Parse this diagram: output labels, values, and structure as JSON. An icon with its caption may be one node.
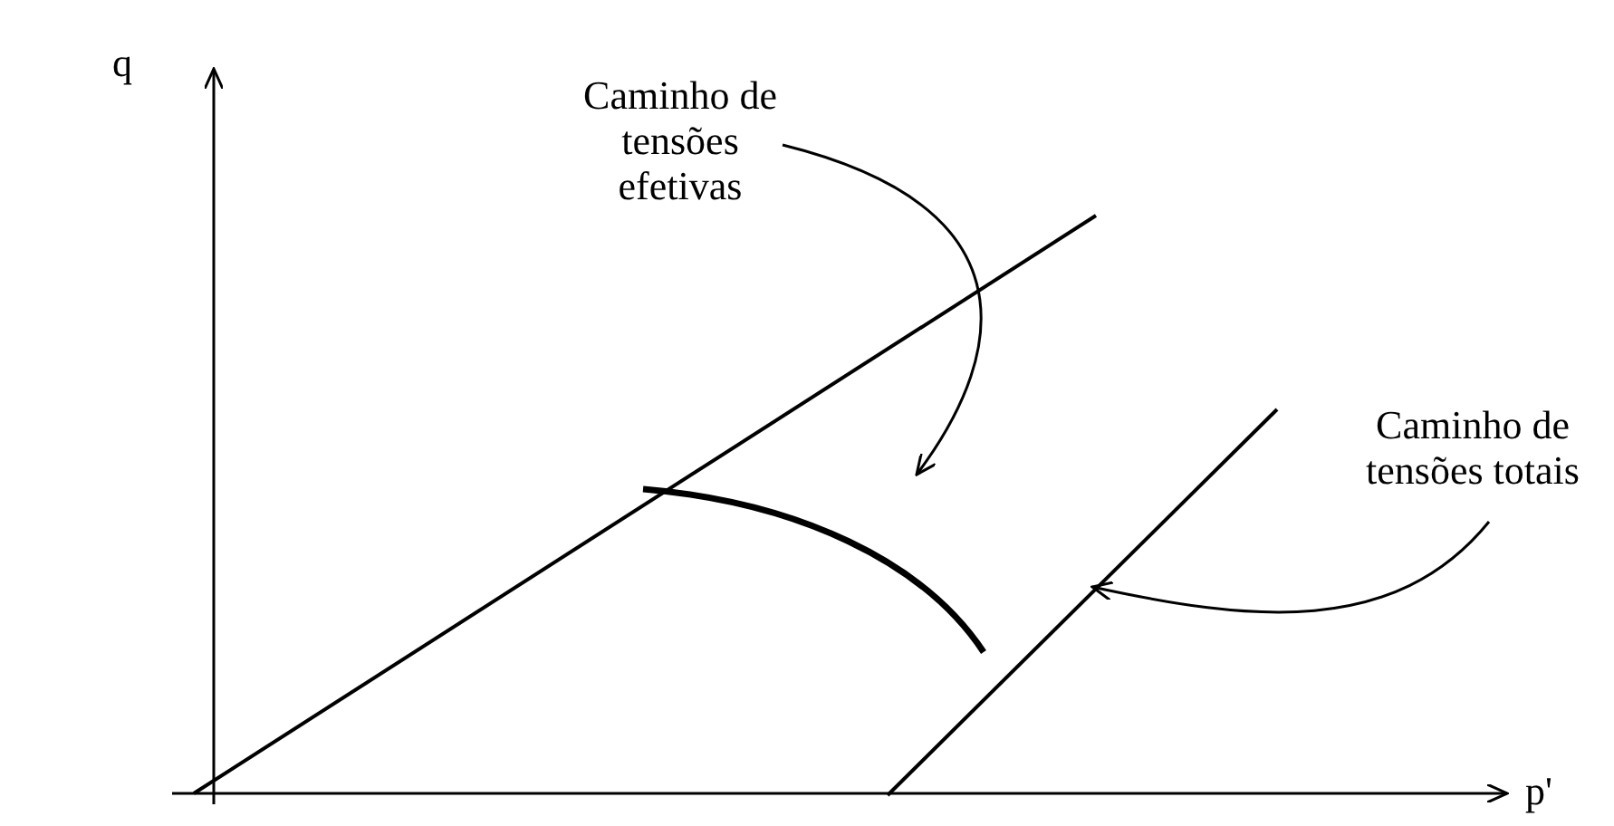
{
  "diagram": {
    "nodes": [
      {
        "text": [
          "Caminho de tensões efetivas"
        ]
      },
      {
        "text": [],
        "shape": "curve"
      },
      {
        "text": [
          "Caminho de tensões totais"
        ]
      },
      {
        "text": [],
        "shape": "line"
      }
    ],
    "edges": [
      {
        "from": 0,
        "to": 1,
        "arrow": "to"
      },
      {
        "from": 2,
        "to": 3,
        "arrow": "to"
      }
    ],
    "labels": [
      "q",
      "p'"
    ]
  }
}
